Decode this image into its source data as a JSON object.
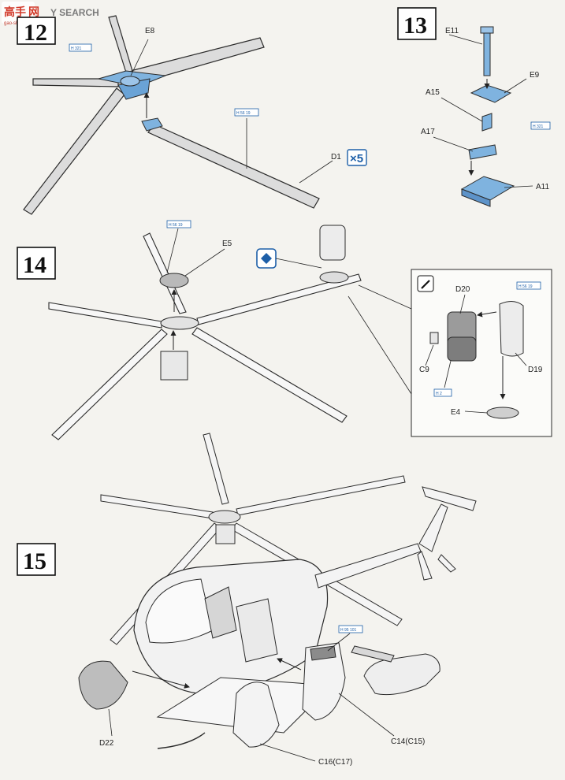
{
  "watermark": {
    "logo_text": "高手",
    "logo_text2": "网",
    "site_text": "Y SEARCH",
    "site_url": "gao-shou.com"
  },
  "steps": {
    "s12": {
      "number": "12"
    },
    "s13": {
      "number": "13"
    },
    "s14": {
      "number": "14"
    },
    "s15": {
      "number": "15"
    }
  },
  "paint_codes": {
    "p12a": "H 321",
    "p12b": "H 56 19",
    "p13": "H 321",
    "p14": "H 56 19",
    "p14i": "H 56 19",
    "p14j": "H 2",
    "p15": "H 95 101"
  },
  "multiplier": "×5",
  "parts": {
    "e8": "E8",
    "d1": "D1",
    "e11": "E11",
    "e9": "E9",
    "a15": "A15",
    "a17": "A17",
    "a11": "A11",
    "e5": "E5",
    "d20": "D20",
    "c9": "C9",
    "d19": "D19",
    "e4": "E4",
    "d22": "D22",
    "c14": "C14(C15)",
    "c16": "C16(C17)"
  },
  "colors": {
    "highlight": "#7fb3df",
    "outline": "#2b2b2b",
    "paper": "#f4f3ef",
    "accent": "#1d5fa8"
  }
}
